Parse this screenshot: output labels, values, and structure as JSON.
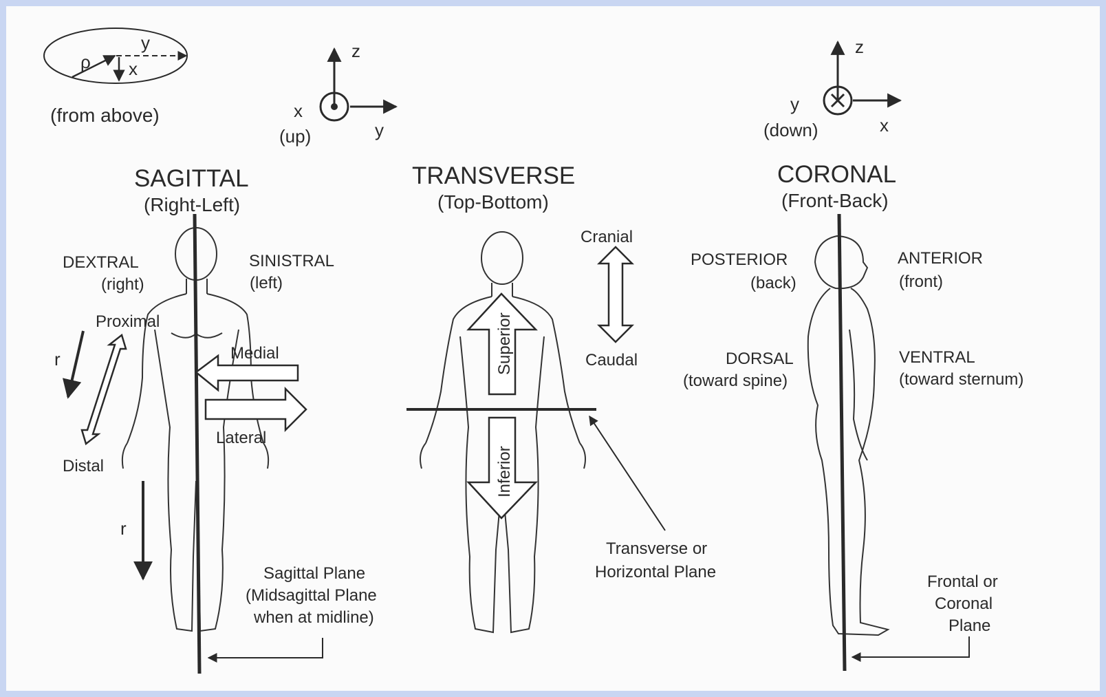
{
  "coords": {
    "from_above": {
      "rho": "ρ",
      "y": "y",
      "x": "x",
      "caption": "(from above)"
    },
    "sagittal_axes": {
      "z": "z",
      "x": "x",
      "up": "(up)",
      "y": "y"
    },
    "coronal_axes": {
      "z": "z",
      "y": "y",
      "down": "(down)",
      "x": "x"
    }
  },
  "sagittal": {
    "title": "SAGITTAL",
    "subtitle": "(Right-Left)",
    "dextral": "DEXTRAL",
    "dextral_sub": "(right)",
    "sinistral": "SINISTRAL",
    "sinistral_sub": "(left)",
    "proximal": "Proximal",
    "distal": "Distal",
    "medial": "Medial",
    "lateral": "Lateral",
    "r_upper": "r",
    "r_lower": "r",
    "plane_line1": "Sagittal Plane",
    "plane_line2": "(Midsagittal Plane",
    "plane_line3": "when at midline)"
  },
  "transverse": {
    "title": "TRANSVERSE",
    "subtitle": "(Top-Bottom)",
    "cranial": "Cranial",
    "caudal": "Caudal",
    "superior": "Superior",
    "inferior": "Inferior",
    "plane_line1": "Transverse or",
    "plane_line2": "Horizontal Plane"
  },
  "coronal": {
    "title": "CORONAL",
    "subtitle": "(Front-Back)",
    "posterior": "POSTERIOR",
    "posterior_sub": "(back)",
    "anterior": "ANTERIOR",
    "anterior_sub": "(front)",
    "dorsal": "DORSAL",
    "dorsal_sub": "(toward spine)",
    "ventral": "VENTRAL",
    "ventral_sub": "(toward  sternum)",
    "plane_line1": "Frontal or",
    "plane_line2": "Coronal",
    "plane_line3": "Plane"
  },
  "colors": {
    "ink": "#2a2a2a",
    "frame": "#c9d6f2",
    "paper": "#fbfbfb"
  }
}
